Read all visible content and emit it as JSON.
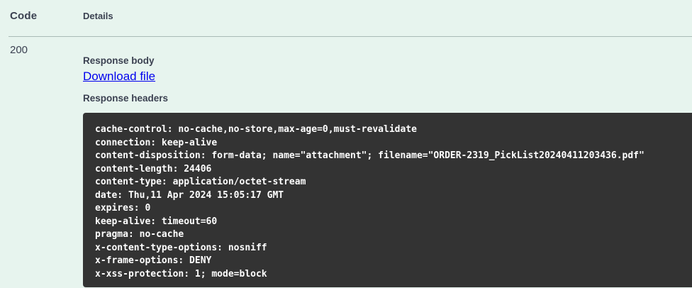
{
  "table": {
    "code_header": "Code",
    "details_header": "Details"
  },
  "response": {
    "code": "200",
    "body_label": "Response body",
    "download_link": "Download file",
    "headers_label": "Response headers",
    "headers": [
      "cache-control: no-cache,no-store,max-age=0,must-revalidate",
      "connection: keep-alive",
      "content-disposition: form-data; name=\"attachment\"; filename=\"ORDER-2319_PickList20240411203436.pdf\"",
      "content-length: 24406",
      "content-type: application/octet-stream",
      "date: Thu,11 Apr 2024 15:05:17 GMT",
      "expires: 0",
      "keep-alive: timeout=60",
      "pragma: no-cache",
      "x-content-type-options: nosniff",
      "x-frame-options: DENY",
      "x-xss-protection: 1; mode=block"
    ]
  },
  "colors": {
    "page_bg": "#e7f4ee",
    "text": "#3b4151",
    "link": "#0000ee",
    "divider": "#a9bab6",
    "code_block_bg": "#333333",
    "code_text": "#ffffff"
  }
}
